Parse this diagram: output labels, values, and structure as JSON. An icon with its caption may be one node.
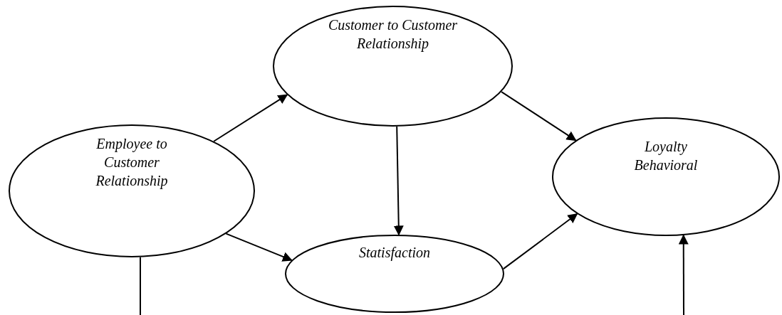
{
  "diagram": {
    "nodes": [
      {
        "text": [
          "Employee to Customer Relationship"
        ]
      },
      {
        "text": [
          "Customer to Customer Relationship"
        ]
      },
      {
        "text": [
          "Statisfaction"
        ]
      },
      {
        "text": [
          "Loyalty Behavioral"
        ]
      }
    ],
    "edges": [
      {
        "from": 0,
        "to": 1,
        "arrow": "to"
      },
      {
        "from": 1,
        "to": 3,
        "arrow": "to"
      },
      {
        "from": 1,
        "to": 2,
        "arrow": "to"
      },
      {
        "from": 0,
        "to": 2,
        "arrow": "to"
      },
      {
        "from": 2,
        "to": 3,
        "arrow": "to"
      },
      {
        "from": 0,
        "to": null,
        "arrow": "none"
      },
      {
        "from": null,
        "to": 3,
        "arrow": "to"
      }
    ]
  }
}
